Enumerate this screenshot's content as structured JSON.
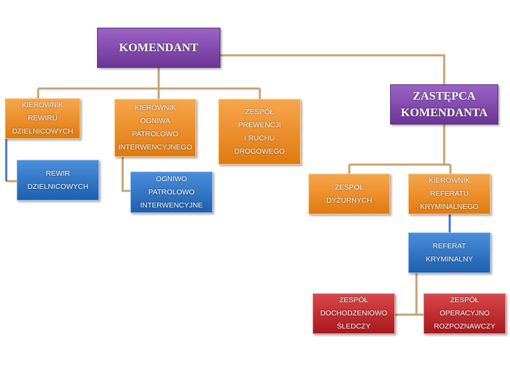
{
  "colors": {
    "line": "#c9a06e",
    "line_blue": "#3a78c8",
    "purple": "#7b44a8",
    "orange": "#ec8c22",
    "blue": "#2f72c4",
    "red": "#c0282c"
  },
  "nodes": {
    "komendant": "KOMENDANT",
    "zastepca": "ZASTĘPCA\nKOMENDANTA",
    "kierownik_rewiru": "KIEROWNIK\nREWIRU\nDZIELNICOWYCH",
    "kierownik_ogniwa": "KIEROWNIK\nOGNIWA\nPATROLOWO\nINTERWENCYJNEGO",
    "zespol_prewencji": "ZESPÓŁ\nPREWENCJI\nI RUCHU\nDROGOWEGO",
    "rewir": "REWIR\nDZIELNICOWYCH",
    "ogniwo": "OGNIWO\nPATROLOWO\nINTERWENCYJNE",
    "zespol_dyzurnych": "ZESPÓŁ\nDYŻURNYCH",
    "kierownik_referatu": "KIEROWNIK\nREFERATU\nKRYMINALNEGO",
    "referat": "REFERAT\nKRYMINALNY",
    "zespol_dochodzeniowo": "ZESPÓŁ\nDOCHODZENIOWO\nŚLEDCZY",
    "zespol_operacyjno": "ZESPÓŁ\nOPERACYJNO\nROZPOZNAWCZY"
  }
}
